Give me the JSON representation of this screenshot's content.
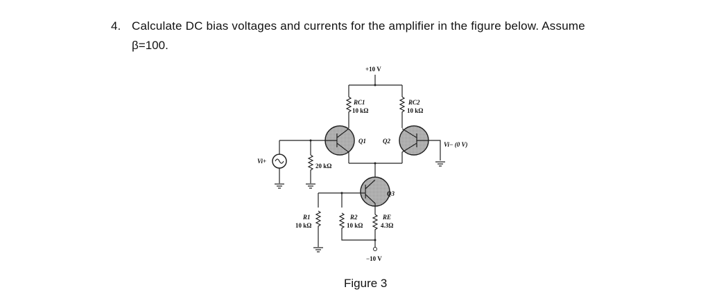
{
  "question": {
    "number": "4.",
    "text": "Calculate DC bias voltages and currents for the amplifier in the figure below. Assume",
    "assumption": "β=100."
  },
  "figure": {
    "caption": "Figure 3",
    "labels": {
      "vcc": "+10 V",
      "vee": "−10 V",
      "rc1_name": "RC1",
      "rc1_value": "10 kΩ",
      "rc2_name": "RC2",
      "rc2_value": "10 kΩ",
      "q1": "Q1",
      "q2": "Q2",
      "q3": "Q3",
      "vi_plus": "Vi+",
      "vi_minus": "Vi− (0 V)",
      "rb_value": "20 kΩ",
      "r1_name": "R1",
      "r1_value": "10 kΩ",
      "r2_name": "R2",
      "r2_value": "10 kΩ",
      "re_name": "RE",
      "re_value": "4.3Ω"
    }
  }
}
